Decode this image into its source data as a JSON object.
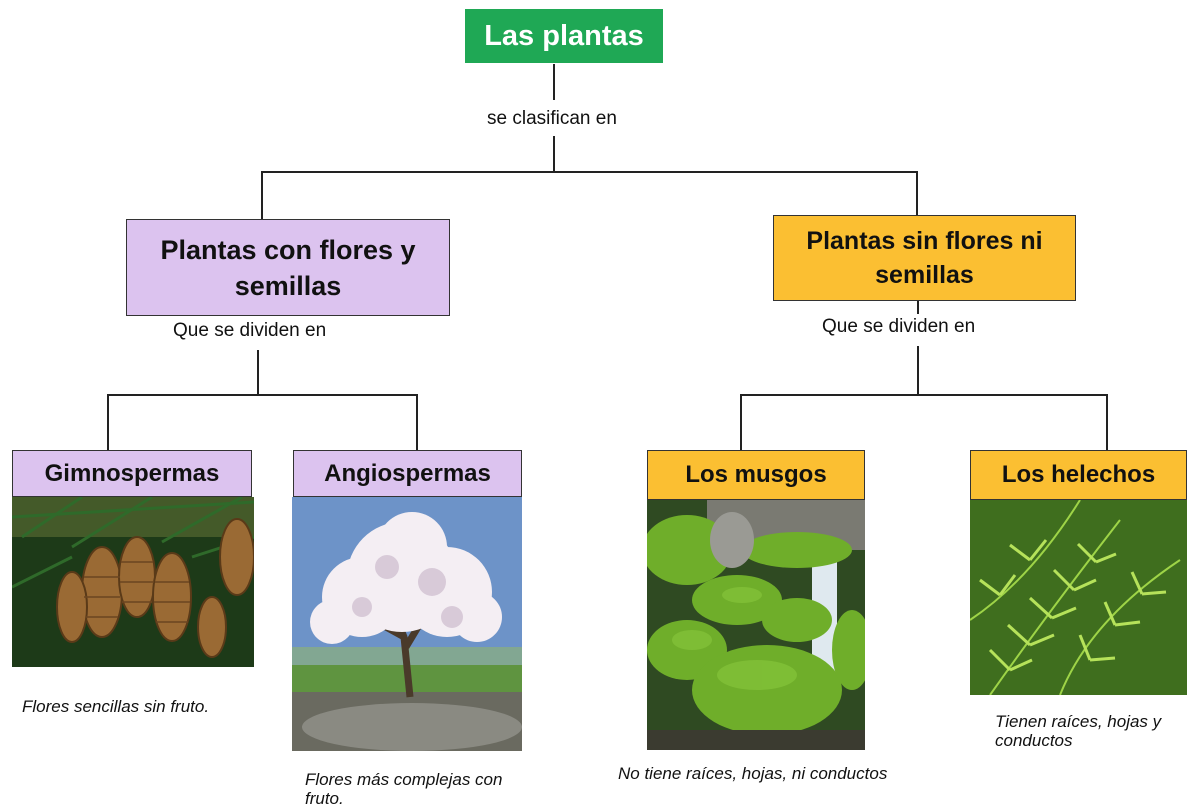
{
  "root": {
    "title": "Las plantas"
  },
  "connectors": {
    "root_to_groups": "se clasifican en",
    "left_divide": "Que se dividen en",
    "right_divide": "Que se dividen en"
  },
  "groups": {
    "flowering": {
      "title": "Plantas con flores y semillas"
    },
    "non_flowering": {
      "title": "Plantas sin flores ni semillas"
    }
  },
  "leaves": [
    {
      "id": "gimnospermas",
      "title": "Gimnospermas",
      "caption": "Flores sencillas sin fruto.",
      "image": "pine-cones-photo"
    },
    {
      "id": "angiospermas",
      "title": "Angiospermas",
      "caption": "Flores más complejas con fruto.",
      "image": "blossoming-tree-photo"
    },
    {
      "id": "musgos",
      "title": "Los musgos",
      "caption": "No tiene raíces, hojas, ni conductos",
      "image": "moss-rocks-photo"
    },
    {
      "id": "helechos",
      "title": "Los helechos",
      "caption": "Tienen raíces, hojas y conductos",
      "image": "fern-photo"
    }
  ],
  "colors": {
    "root_fill": "#1fa855",
    "flowering_fill": "#dcc3ef",
    "non_flowering_fill": "#fbbf32",
    "line": "#222222"
  }
}
